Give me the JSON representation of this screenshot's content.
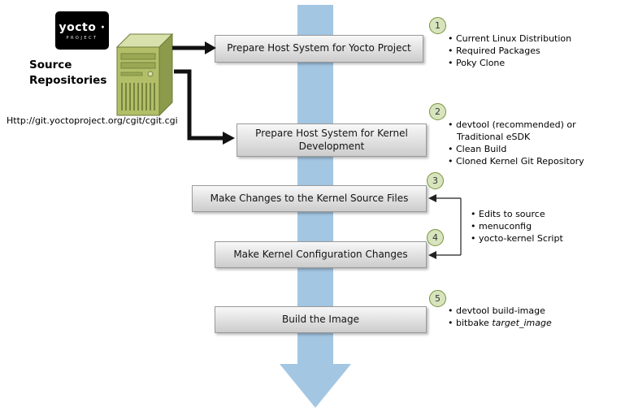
{
  "logo": {
    "brand": "yocto ·",
    "sub": "PROJECT"
  },
  "source": {
    "label": "Source\nRepositories",
    "url": "Http://git.yoctoproject.org/cgit/cgit.cgi"
  },
  "steps": [
    {
      "num": "1",
      "title": "Prepare Host System for Yocto Project",
      "bullets": [
        "Current Linux Distribution",
        "Required Packages",
        "Poky Clone"
      ]
    },
    {
      "num": "2",
      "title": "Prepare Host System for Kernel Development",
      "bullets": [
        "devtool (recommended) or Traditional eSDK",
        "Clean Build",
        "Cloned Kernel Git Repository"
      ]
    },
    {
      "num": "3",
      "title": "Make Changes to the Kernel Source Files"
    },
    {
      "num": "4",
      "title": "Make Kernel Configuration Changes"
    },
    {
      "num": "5",
      "title": "Build the Image",
      "bullets": [
        "devtool build-image"
      ],
      "bitbake_bullet": {
        "prefix": "bitbake ",
        "term": "target_image"
      }
    }
  ],
  "shared_bullets": [
    "Edits to source",
    "menuconfig",
    "yocto-kernel Script"
  ],
  "icons": {
    "server": "server-tower-icon",
    "flow_arrow": "down-flow-arrow"
  },
  "colors": {
    "flow_arrow_blue": "#a3c6e3",
    "circle_fill": "#d7e4bd",
    "circle_border": "#77933c",
    "server_green": "#b3bf68",
    "logo_bg": "#000000"
  }
}
